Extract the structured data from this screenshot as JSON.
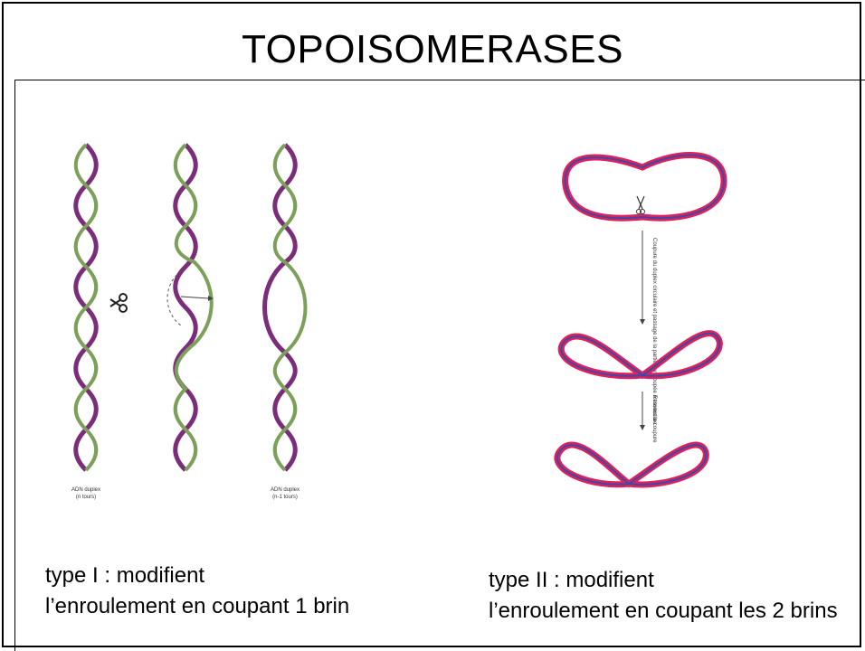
{
  "slide": {
    "title": "TOPOISOMERASES"
  },
  "left_figure": {
    "helix_labels": [
      "ADN duplex",
      "(n tours)",
      "ADN duplex",
      "(n-1 tours)"
    ]
  },
  "right_figure": {
    "side_label_1": "Coupure du duplex circulaire et passage de la partie non coupée à travers la coupure",
    "side_label_2": "Ressoudure"
  },
  "captions": {
    "type1_line1": "type I : modifient",
    "type1_line2": "l’enroulement en coupant 1 brin",
    "type2_line1": "type II : modifient",
    "type2_line2": "l’enroulement en coupant les 2 brins"
  },
  "colors": {
    "strand_purple": "#7b2d7a",
    "strand_green": "#7aa05a",
    "ribbon_red": "#e0205a",
    "ribbon_blue": "#3a4aa8"
  }
}
